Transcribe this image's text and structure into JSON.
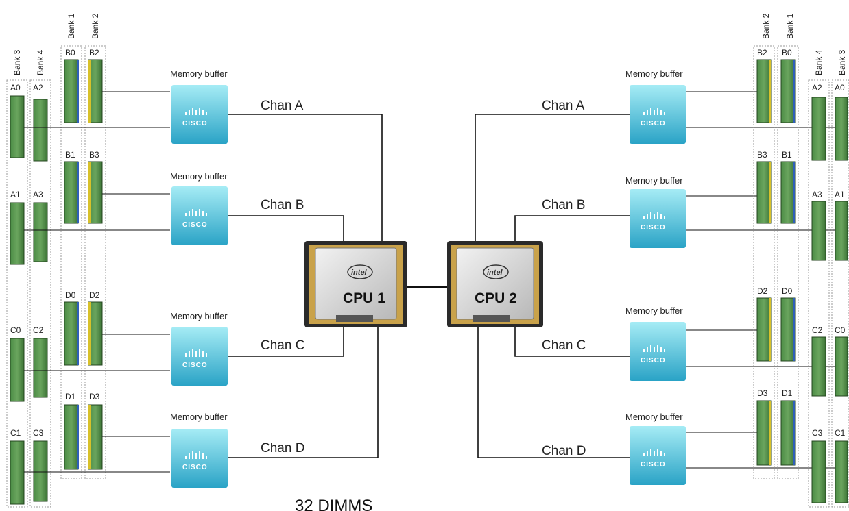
{
  "banks": {
    "bank1": "Bank 1",
    "bank2": "Bank 2",
    "bank3": "Bank 3",
    "bank4": "Bank 4"
  },
  "buffer_label": "Memory buffer",
  "buffer_logo_text": "CISCO",
  "channels": {
    "a": "Chan A",
    "b": "Chan B",
    "c": "Chan C",
    "d": "Chan D"
  },
  "cpus": {
    "cpu1": "CPU 1",
    "cpu2": "CPU 2",
    "brand": "intel"
  },
  "slots": {
    "a0": "A0",
    "a1": "A1",
    "a2": "A2",
    "a3": "A3",
    "b0": "B0",
    "b1": "B1",
    "b2": "B2",
    "b3": "B3",
    "c0": "C0",
    "c1": "C1",
    "c2": "C2",
    "c3": "C3",
    "d0": "D0",
    "d1": "D1",
    "d2": "D2",
    "d3": "D3"
  },
  "footer": "32 DIMMS",
  "colors": {
    "dimm_green": "#3f7a3a",
    "dimm_blue_stripe": "#2f5fb8",
    "dimm_yellow_stripe": "#d8c12a",
    "buffer_top": "#8ee0ee",
    "buffer_bottom": "#2fa8c8",
    "cpu_frame": "#2a2a2a",
    "cpu_die": "#d8d8d8"
  }
}
